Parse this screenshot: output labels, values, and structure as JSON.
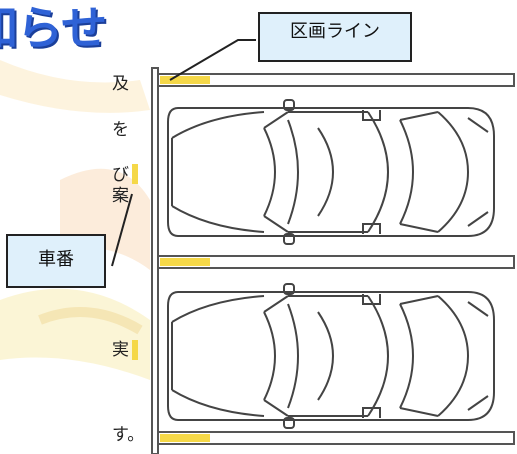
{
  "header": {
    "title_fragment": "知らせ"
  },
  "text_fragments": [
    {
      "text": "及"
    },
    {
      "text": "を"
    },
    {
      "text": "び"
    },
    {
      "text": "案"
    },
    {
      "text": "実"
    },
    {
      "text": "す。"
    }
  ],
  "diagram": {
    "callout_section_line": "区画ライン",
    "callout_car_number": "車番",
    "accent_yellow": "#f5d848",
    "line_color": "#555555",
    "highlight_colors": [
      "#f8e9a6",
      "#fbe3c8"
    ]
  }
}
